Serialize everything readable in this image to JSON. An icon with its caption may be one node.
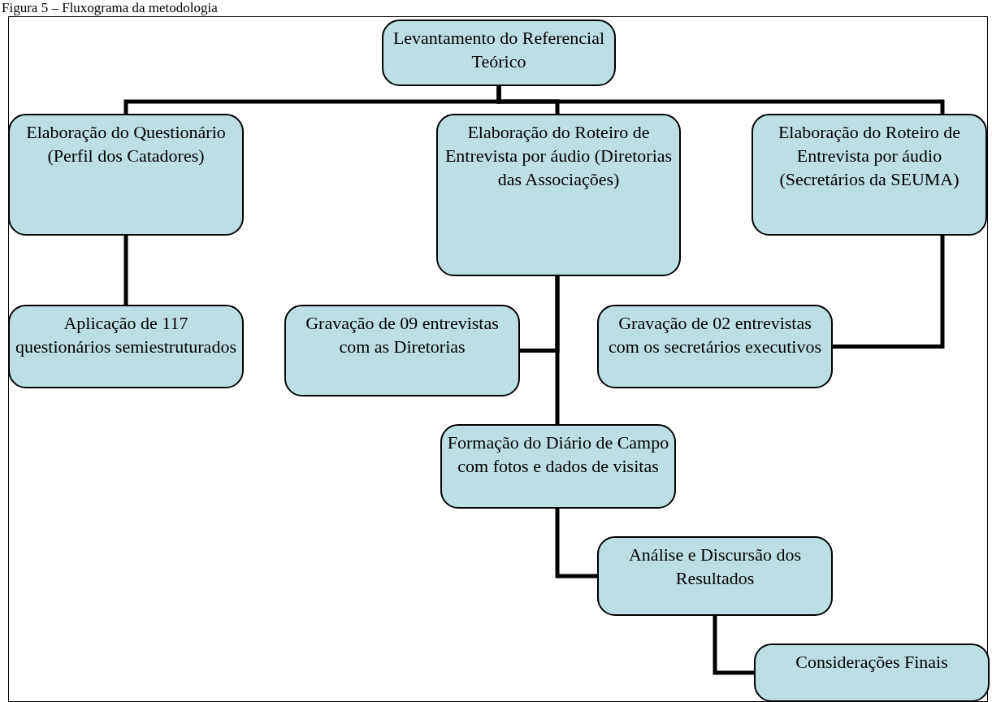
{
  "diagram": {
    "title": "Figura 5 – Fluxograma da metodologia",
    "nodes": [
      {
        "text": [
          "Levantamento do Referencial Teórico"
        ]
      },
      {
        "text": [
          "Elaboração do Questionário (Perfil dos Catadores)"
        ]
      },
      {
        "text": [
          "Elaboração do Roteiro de Entrevista por áudio (Diretorias das Associações)"
        ]
      },
      {
        "text": [
          "Elaboração do Roteiro de Entrevista por áudio (Secretários da SEUMA)"
        ]
      },
      {
        "text": [
          "Aplicação de 117 questionários semiestruturados"
        ]
      },
      {
        "text": [
          "Gravação de 09 entrevistas com as Diretorias"
        ]
      },
      {
        "text": [
          "Gravação de 02 entrevistas com os secretários executivos"
        ]
      },
      {
        "text": [
          "Formação do Diário de Campo com fotos e dados de visitas"
        ]
      },
      {
        "text": [
          "Análise e Discursão dos Resultados"
        ]
      },
      {
        "text": [
          "Considerações Finais"
        ]
      }
    ],
    "edges": [
      {
        "from": 0,
        "to": 1,
        "arrow": "none"
      },
      {
        "from": 0,
        "to": 2,
        "arrow": "none"
      },
      {
        "from": 0,
        "to": 3,
        "arrow": "none"
      },
      {
        "from": 1,
        "to": 4,
        "arrow": "none"
      },
      {
        "from": 2,
        "to": 5,
        "arrow": "none"
      },
      {
        "from": 3,
        "to": 6,
        "arrow": "none"
      },
      {
        "from": 2,
        "to": 7,
        "arrow": "none"
      },
      {
        "from": 7,
        "to": 8,
        "arrow": "none"
      },
      {
        "from": 8,
        "to": 9,
        "arrow": "none"
      }
    ]
  }
}
